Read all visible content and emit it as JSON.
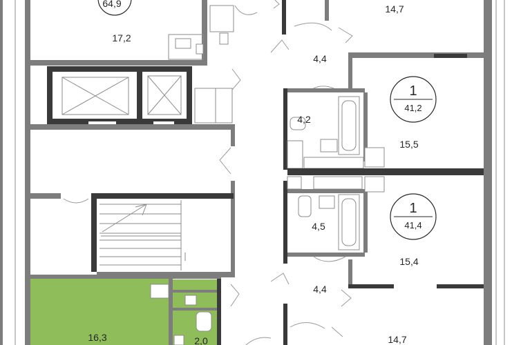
{
  "plan": {
    "rooms": [
      {
        "id": "top-left-room",
        "area": "17,2"
      },
      {
        "id": "top-left-apartment-total",
        "area": "64,9"
      },
      {
        "id": "top-right-room",
        "area": "14,7"
      },
      {
        "id": "hall-upper",
        "area": "4,4"
      },
      {
        "id": "bath-upper",
        "area": "4,2"
      },
      {
        "id": "room-upper-right",
        "area": "15,5"
      },
      {
        "id": "bath-lower",
        "area": "4,5"
      },
      {
        "id": "room-lower-right",
        "area": "15,4"
      },
      {
        "id": "hall-lower",
        "area": "4,4"
      },
      {
        "id": "bottom-right-room",
        "area": "14,7"
      },
      {
        "id": "highlighted-room",
        "area": "16,3"
      },
      {
        "id": "highlighted-bath",
        "area": "2,0"
      }
    ],
    "apartments": [
      {
        "id": "apartment-upper",
        "rooms": "1",
        "total_area": "41,2"
      },
      {
        "id": "apartment-lower",
        "rooms": "1",
        "total_area": "41,4"
      }
    ],
    "colors": {
      "wall": "#7d7d7d",
      "wall_dark": "#3a3a3a",
      "highlight": "#8fbd5a",
      "text": "#262626"
    }
  }
}
